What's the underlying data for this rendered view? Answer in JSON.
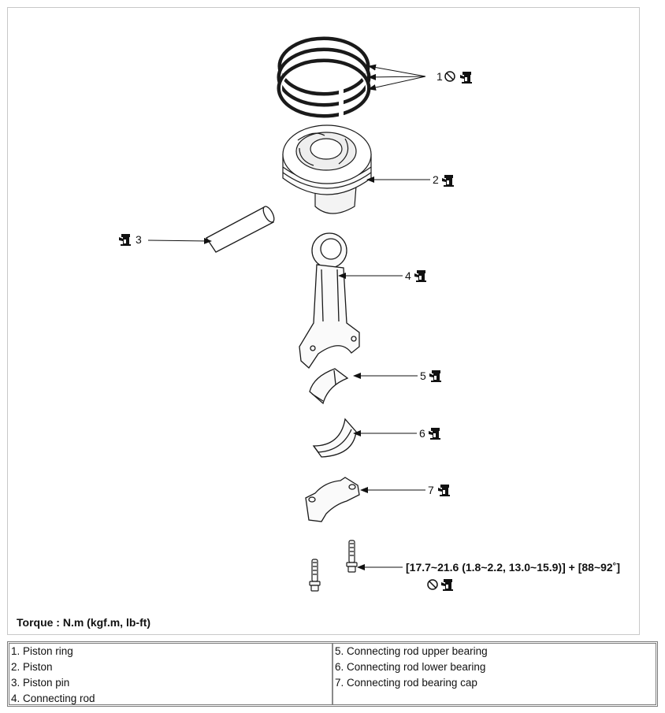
{
  "callouts": [
    {
      "number": "1",
      "part": "piston-ring",
      "icons": [
        "no-reuse-icon",
        "oil-can-icon"
      ]
    },
    {
      "number": "2",
      "part": "piston",
      "icons": [
        "oil-can-icon"
      ]
    },
    {
      "number": "3",
      "part": "piston-pin",
      "icons": [
        "oil-can-icon"
      ]
    },
    {
      "number": "4",
      "part": "connecting-rod",
      "icons": [
        "oil-can-icon"
      ]
    },
    {
      "number": "5",
      "part": "upper-bearing",
      "icons": [
        "oil-can-icon"
      ]
    },
    {
      "number": "6",
      "part": "lower-bearing",
      "icons": [
        "oil-can-icon"
      ]
    },
    {
      "number": "7",
      "part": "bearing-cap",
      "icons": [
        "oil-can-icon"
      ]
    }
  ],
  "bolt_spec": "[17.7~21.6 (1.8~2.2, 13.0~15.9)] + [88~92˚]",
  "torque_note": "Torque : N.m (kgf.m, lb-ft)",
  "legend": {
    "left": [
      "1. Piston ring",
      "2. Piston",
      "3. Piston pin",
      "4. Connecting rod"
    ],
    "right": [
      "5. Connecting rod upper bearing",
      "6. Connecting rod lower bearing",
      "7. Connecting rod bearing cap"
    ]
  },
  "colors": {
    "line": "#1a1a1a",
    "frame": "#c8c8c8"
  }
}
